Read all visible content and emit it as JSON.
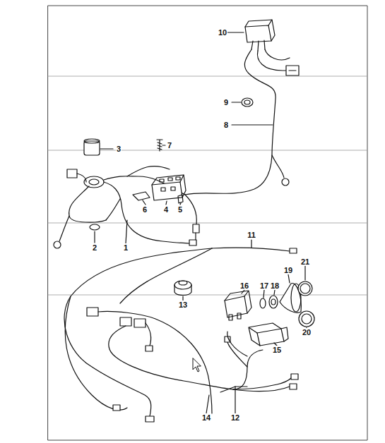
{
  "diagram": {
    "labels": [
      "10",
      "9",
      "8",
      "3",
      "7",
      "6",
      "4",
      "5",
      "2",
      "1",
      "11",
      "13",
      "16",
      "17",
      "18",
      "19",
      "21",
      "20",
      "15",
      "14",
      "12"
    ]
  }
}
